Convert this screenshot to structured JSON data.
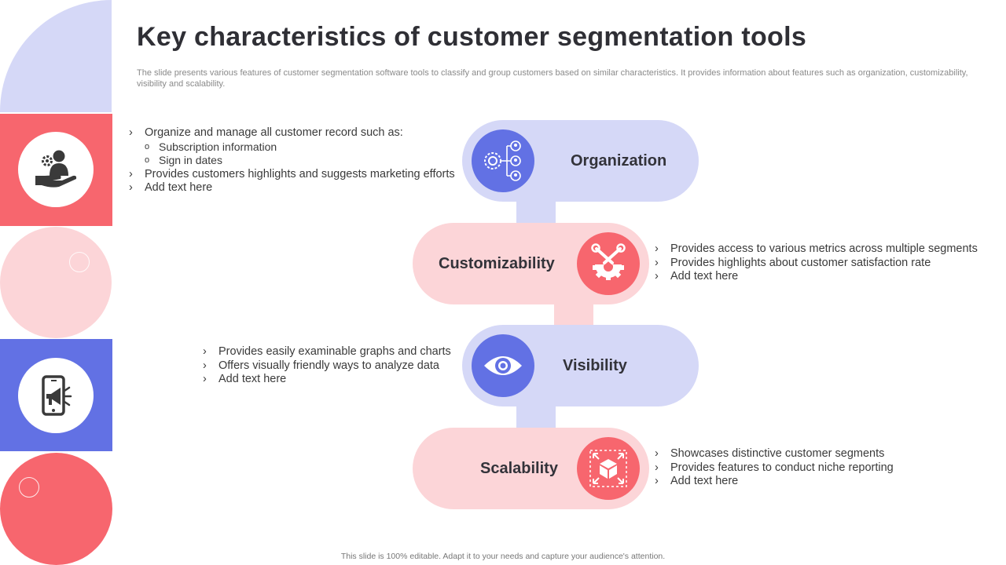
{
  "title": "Key characteristics of customer segmentation tools",
  "subtitle": "The slide presents various features of customer segmentation software tools to classify and group customers based on similar characteristics. It provides information about features such as organization, customizability, visibility and scalability.",
  "colors": {
    "blue": "#6271e4",
    "light_blue": "#d5d8f7",
    "red": "#f7666e",
    "pink": "#fcd5d8"
  },
  "sidebar": {
    "icons": [
      "person-hand-gear-icon",
      "phone-megaphone-icon"
    ]
  },
  "features": [
    {
      "label": "Organization",
      "icon": "hierarchy-gear-icon",
      "bullets": [
        "Organize and manage all customer record such as:",
        "Subscription information",
        "Sign in dates",
        "Provides customers highlights and suggests marketing efforts",
        "Add text here"
      ]
    },
    {
      "label": "Customizability",
      "icon": "wrench-gear-icon",
      "bullets": [
        "Provides access to various metrics across multiple segments",
        "Provides highlights about customer satisfaction rate",
        "Add text here"
      ]
    },
    {
      "label": "Visibility",
      "icon": "eye-icon",
      "bullets": [
        "Provides easily examinable graphs and charts",
        "Offers visually friendly ways to  analyze data",
        "Add text here"
      ]
    },
    {
      "label": "Scalability",
      "icon": "expand-box-icon",
      "bullets": [
        "Showcases distinctive customer segments",
        "Provides features to conduct niche reporting",
        "Add text here"
      ]
    }
  ],
  "footer": "This slide is 100% editable. Adapt it to your needs and capture your audience's attention."
}
